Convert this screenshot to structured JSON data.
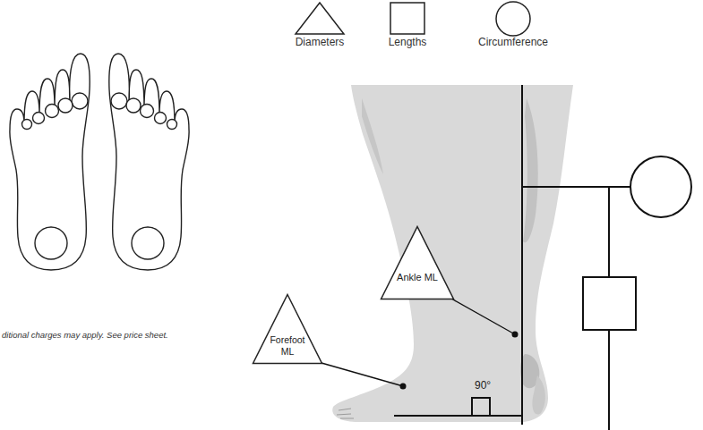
{
  "diagram": {
    "nodes": [
      {
        "text": [
          "Ankle ML"
        ]
      },
      {
        "text": [
          "Forefoot ML"
        ]
      }
    ],
    "labels": [
      "90°",
      "ditional charges may apply. See price sheet."
    ],
    "legend": [
      {
        "text": "Diameters"
      },
      {
        "text": "Lengths"
      },
      {
        "text": "Circumference"
      }
    ]
  }
}
